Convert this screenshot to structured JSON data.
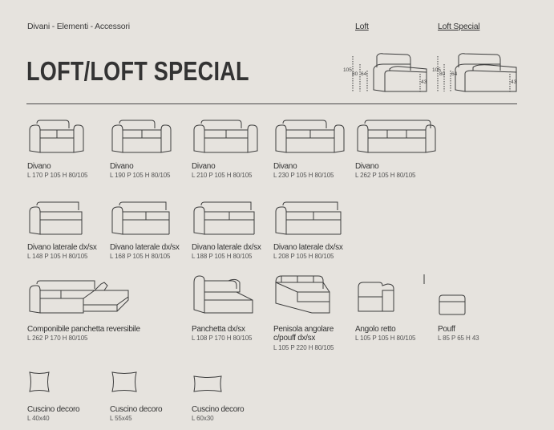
{
  "breadcrumb": "Divani - Elementi - Accessori",
  "title": "LOFT/LOFT SPECIAL",
  "variants": {
    "loft": {
      "label": "Loft",
      "dims": [
        "105",
        "80",
        "64",
        "43"
      ]
    },
    "loft_special": {
      "label": "Loft Special",
      "dims": [
        "105",
        "80",
        "64",
        "43"
      ]
    }
  },
  "items": [
    {
      "name": "Divano",
      "dims": "L 170  P 105  H 80/105"
    },
    {
      "name": "Divano",
      "dims": "L 190  P 105  H 80/105"
    },
    {
      "name": "Divano",
      "dims": "L 210  P 105  H 80/105"
    },
    {
      "name": "Divano",
      "dims": "L 230  P 105  H 80/105"
    },
    {
      "name": "Divano",
      "dims": "L 262  P 105  H 80/105"
    },
    {
      "name": "Divano laterale dx/sx",
      "dims": "L 148  P 105  H 80/105"
    },
    {
      "name": "Divano laterale dx/sx",
      "dims": "L 168  P 105  H 80/105"
    },
    {
      "name": "Divano laterale dx/sx",
      "dims": "L 188  P 105  H 80/105"
    },
    {
      "name": "Divano laterale dx/sx",
      "dims": "L 208  P 105  H 80/105"
    },
    {
      "name": "Componibile panchetta reversibile",
      "dims": "L 262  P 170  H 80/105"
    },
    {
      "name": "Panchetta dx/sx",
      "dims": "L 108  P 170  H 80/105"
    },
    {
      "name": "Penisola angolare c/pouff dx/sx",
      "dims": "L 105  P 220  H 80/105"
    },
    {
      "name": "Angolo retto",
      "dims": "L 105  P 105  H 80/105"
    },
    {
      "name": "Pouff",
      "dims": "L 85  P 65  H 43"
    },
    {
      "name": "Cuscino decoro",
      "dims": "L 40x40"
    },
    {
      "name": "Cuscino decoro",
      "dims": "L 55x45"
    },
    {
      "name": "Cuscino decoro",
      "dims": "L 60x30"
    }
  ]
}
